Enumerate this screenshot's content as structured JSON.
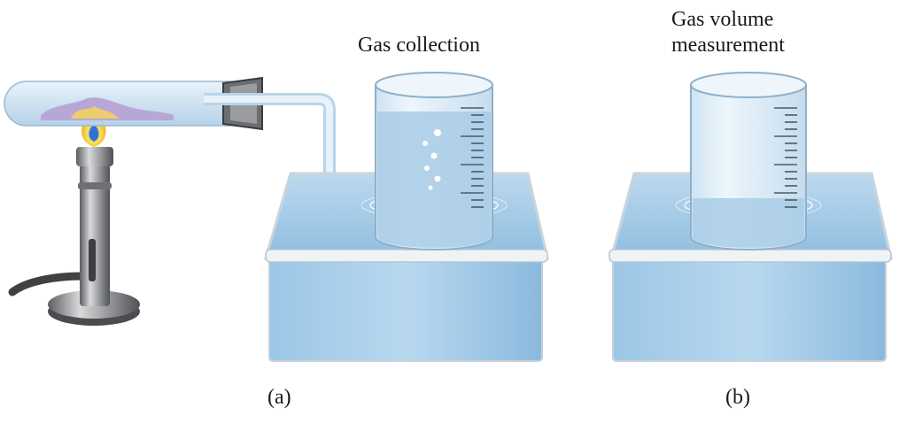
{
  "labels": {
    "gas_collection": "Gas collection",
    "gas_volume_line1": "Gas volume",
    "gas_volume_line2": "measurement",
    "panel_a": "(a)",
    "panel_b": "(b)"
  },
  "colors": {
    "water": "#a9cde6",
    "glass": "#dcecf6",
    "tray_rim": "#eef3f6",
    "burner_metal": "#8d8f92",
    "flame_outer": "#f2a51f",
    "flame_inner": "#2f6fd8",
    "solid_sample": "#b8a7d6",
    "stopper": "#5a5a5a"
  },
  "state": {
    "gas_bubbles_visible": true,
    "burner_lit": true
  }
}
